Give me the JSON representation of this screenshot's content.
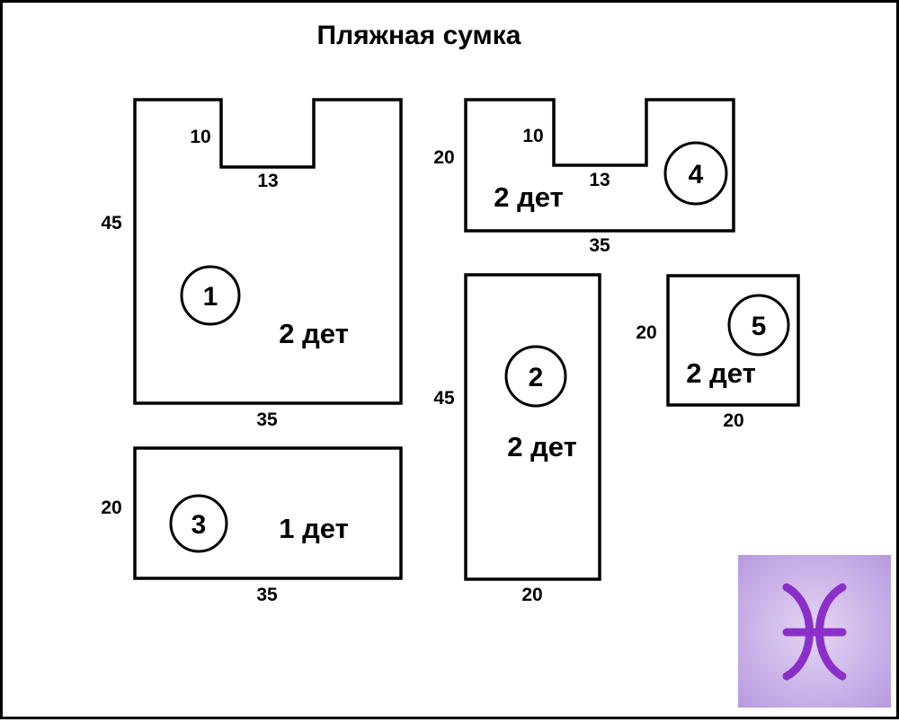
{
  "title": "Пляжная сумка",
  "pieces": [
    {
      "id": "1",
      "count": "2 дет",
      "dimensions": {
        "height": "45",
        "width": "35",
        "notch_depth": "10",
        "notch_width": "13"
      }
    },
    {
      "id": "2",
      "count": "2 дет",
      "dimensions": {
        "height": "45",
        "width": "20"
      }
    },
    {
      "id": "3",
      "count": "1 дет",
      "dimensions": {
        "height": "20",
        "width": "35"
      }
    },
    {
      "id": "4",
      "count": "2 дет",
      "dimensions": {
        "height": "20",
        "width": "35",
        "notch_depth": "10",
        "notch_width": "13"
      }
    },
    {
      "id": "5",
      "count": "2 дет",
      "dimensions": {
        "height": "20",
        "width": "20"
      }
    }
  ],
  "logo": {
    "icon": "pisces-symbol-icon",
    "background": "#c9b3e6",
    "color": "#8b2fc9"
  }
}
